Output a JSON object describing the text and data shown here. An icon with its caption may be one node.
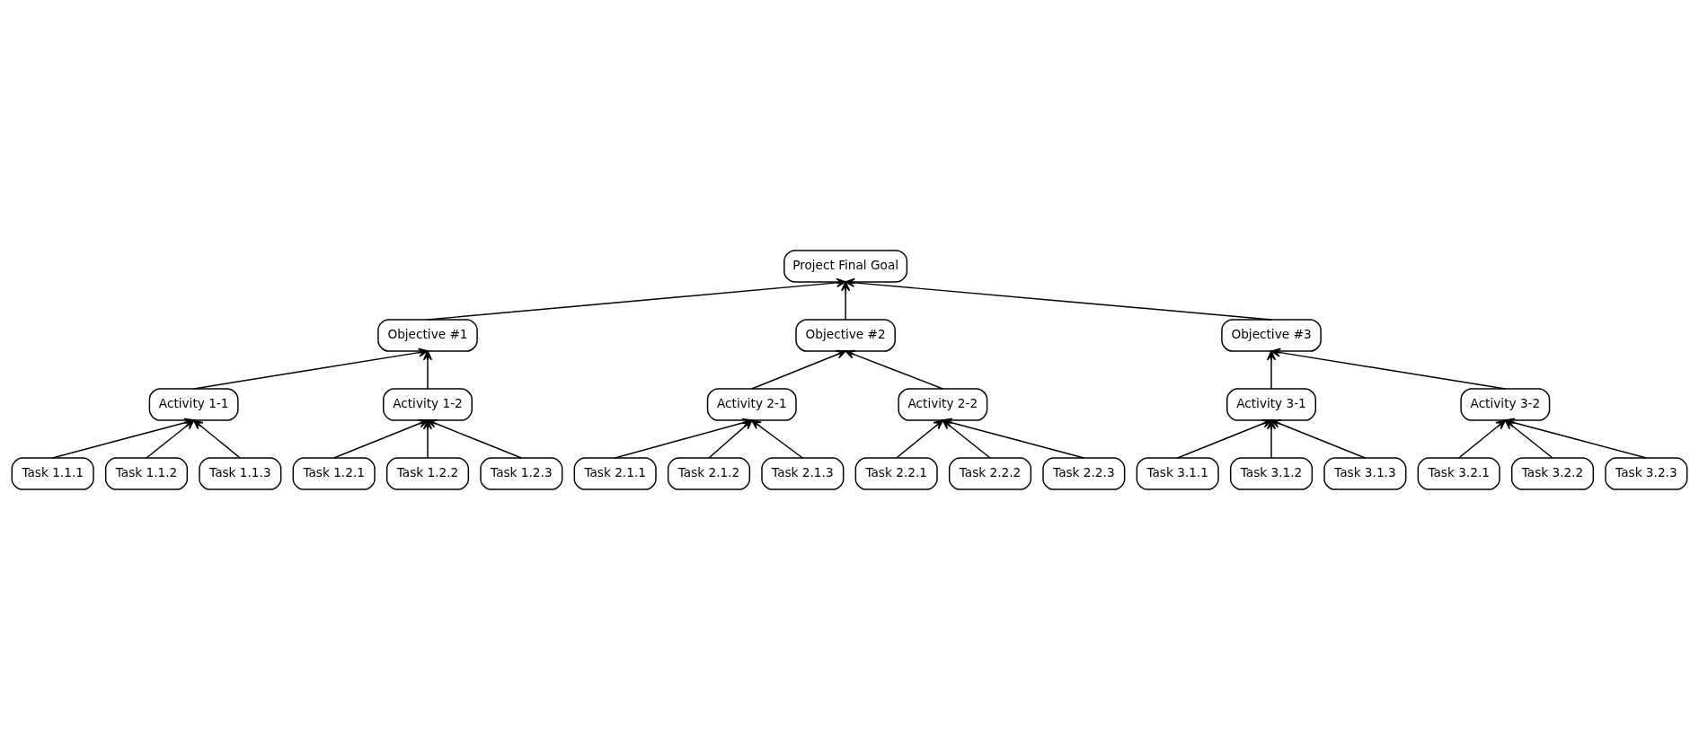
{
  "diagram": {
    "nodes": [
      {
        "text": [
          "Project Final Goal"
        ]
      },
      {
        "text": [
          "Objective #1"
        ]
      },
      {
        "text": [
          "Objective #2"
        ]
      },
      {
        "text": [
          "Objective #3"
        ]
      },
      {
        "text": [
          "Activity 1-1"
        ]
      },
      {
        "text": [
          "Activity 1-2"
        ]
      },
      {
        "text": [
          "Activity 2-1"
        ]
      },
      {
        "text": [
          "Activity 2-2"
        ]
      },
      {
        "text": [
          "Activity 3-1"
        ]
      },
      {
        "text": [
          "Activity 3-2"
        ]
      },
      {
        "text": [
          "Task 1.1.1"
        ]
      },
      {
        "text": [
          "Task 1.1.2"
        ]
      },
      {
        "text": [
          "Task 1.1.3"
        ]
      },
      {
        "text": [
          "Task 1.2.1"
        ]
      },
      {
        "text": [
          "Task 1.2.2"
        ]
      },
      {
        "text": [
          "Task 1.2.3"
        ]
      },
      {
        "text": [
          "Task 2.1.1"
        ]
      },
      {
        "text": [
          "Task 2.1.2"
        ]
      },
      {
        "text": [
          "Task 2.1.3"
        ]
      },
      {
        "text": [
          "Task 2.2.1"
        ]
      },
      {
        "text": [
          "Task 2.2.2"
        ]
      },
      {
        "text": [
          "Task 2.2.3"
        ]
      },
      {
        "text": [
          "Task 3.1.1"
        ]
      },
      {
        "text": [
          "Task 3.1.2"
        ]
      },
      {
        "text": [
          "Task 3.1.3"
        ]
      },
      {
        "text": [
          "Task 3.2.1"
        ]
      },
      {
        "text": [
          "Task 3.2.2"
        ]
      },
      {
        "text": [
          "Task 3.2.3"
        ]
      }
    ],
    "edges": [
      {
        "from": 1,
        "to": 0,
        "arrow": "to"
      },
      {
        "from": 2,
        "to": 0,
        "arrow": "to"
      },
      {
        "from": 3,
        "to": 0,
        "arrow": "to"
      },
      {
        "from": 4,
        "to": 1,
        "arrow": "to"
      },
      {
        "from": 5,
        "to": 1,
        "arrow": "to"
      },
      {
        "from": 6,
        "to": 2,
        "arrow": "to"
      },
      {
        "from": 7,
        "to": 2,
        "arrow": "to"
      },
      {
        "from": 8,
        "to": 3,
        "arrow": "to"
      },
      {
        "from": 9,
        "to": 3,
        "arrow": "to"
      },
      {
        "from": 10,
        "to": 4,
        "arrow": "to"
      },
      {
        "from": 11,
        "to": 4,
        "arrow": "to"
      },
      {
        "from": 12,
        "to": 4,
        "arrow": "to"
      },
      {
        "from": 13,
        "to": 5,
        "arrow": "to"
      },
      {
        "from": 14,
        "to": 5,
        "arrow": "to"
      },
      {
        "from": 15,
        "to": 5,
        "arrow": "to"
      },
      {
        "from": 16,
        "to": 6,
        "arrow": "to"
      },
      {
        "from": 17,
        "to": 6,
        "arrow": "to"
      },
      {
        "from": 18,
        "to": 6,
        "arrow": "to"
      },
      {
        "from": 19,
        "to": 7,
        "arrow": "to"
      },
      {
        "from": 20,
        "to": 7,
        "arrow": "to"
      },
      {
        "from": 21,
        "to": 7,
        "arrow": "to"
      },
      {
        "from": 22,
        "to": 8,
        "arrow": "to"
      },
      {
        "from": 23,
        "to": 8,
        "arrow": "to"
      },
      {
        "from": 24,
        "to": 8,
        "arrow": "to"
      },
      {
        "from": 25,
        "to": 9,
        "arrow": "to"
      },
      {
        "from": 26,
        "to": 9,
        "arrow": "to"
      },
      {
        "from": 27,
        "to": 9,
        "arrow": "to"
      }
    ]
  }
}
